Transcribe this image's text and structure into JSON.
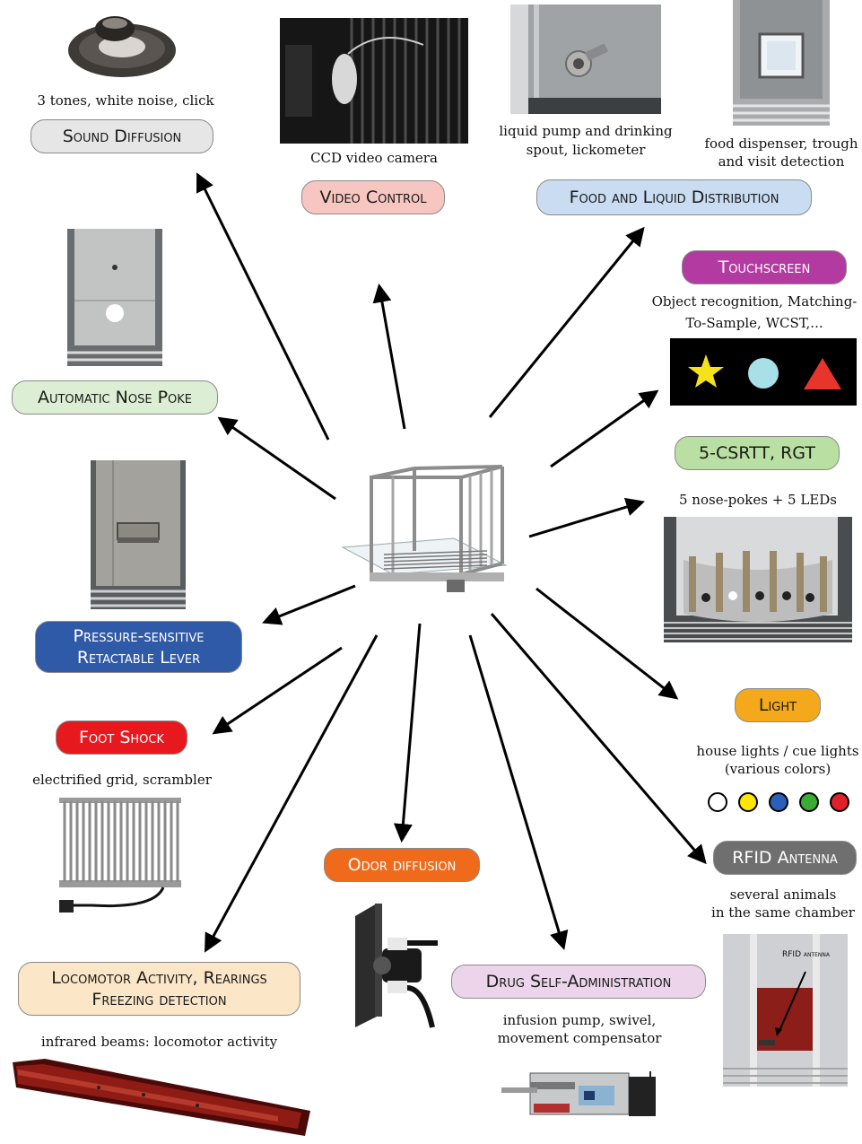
{
  "labels": {
    "sound_diffusion": "Sound Diffusion",
    "video_control": "Video Control",
    "food_liquid": "Food and Liquid Distribution",
    "touchscreen": "Touchscreen",
    "nose_poke": "Automatic Nose Poke",
    "csrtt": "5-CSRTT, RGT",
    "lever_line1": "Pressure-sensitive",
    "lever_line2": "Retactable Lever",
    "light": "Light",
    "foot_shock": "Foot Shock",
    "rfid": "RFID Antenna",
    "odor": "Odor diffusion",
    "locomotor_line1": "Locomotor Activity, Rearings",
    "locomotor_line2": "Freezing detection",
    "drug": "Drug Self-Administration"
  },
  "captions": {
    "sound": "3 tones, white noise, click",
    "video": "CCD video camera",
    "liquid_line1": "liquid pump and drinking",
    "liquid_line2": "spout, lickometer",
    "food_line1": "food dispenser, trough",
    "food_line2": "and visit detection",
    "touch_line1": "Object recognition, Matching-",
    "touch_line2": "To-Sample, WCST,...",
    "csrtt": "5 nose-pokes + 5 LEDs",
    "light_line1": "house lights / cue lights",
    "light_line2": "(various colors)",
    "shock": "electrified grid, scrambler",
    "rfid_line1": "several animals",
    "rfid_line2": "in the same chamber",
    "drug_line1": "infusion pump, swivel,",
    "drug_line2": "movement compensator",
    "locomotor": "infrared beams: locomotor activity"
  },
  "photo_text": {
    "rfid_antenna": "RFID antenna"
  },
  "colors": {
    "sound_fill": "#e6e6e6",
    "video_fill": "#f7c6c0",
    "food_fill": "#c9dcf1",
    "touch_fill": "#b33aa0",
    "nose_fill": "#dcefd4",
    "csrtt_fill": "#b9e0a2",
    "lever_fill": "#2f5aa8",
    "light_fill": "#f4a81c",
    "shock_fill": "#e8191e",
    "rfid_fill": "#6f6f6f",
    "odor_fill": "#ef6a1a",
    "locomotor_fill": "#fbe6c8",
    "drug_fill": "#ecd5ea",
    "led_colors": [
      "#ffffff",
      "#ffe600",
      "#2c5fb8",
      "#3aab35",
      "#e0202a"
    ]
  }
}
